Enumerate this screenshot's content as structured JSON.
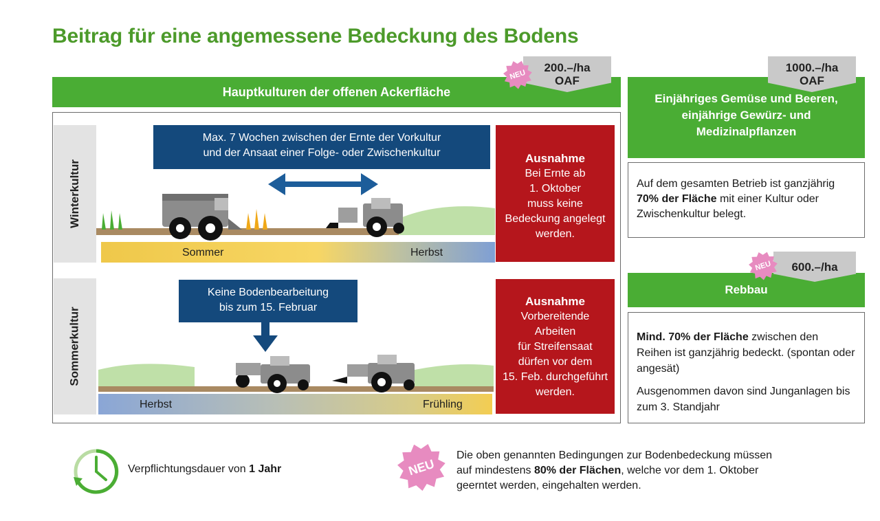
{
  "title": "Beitrag für eine angemessene Bedeckung des Bodens",
  "main": {
    "bar_title": "Hauptkulturen der offenen Ackerfläche",
    "neu_badge": "NEU",
    "price_line1": "200.–/ha",
    "price_line2": "OAF",
    "winter": {
      "label": "Winterkultur",
      "info_line1": "Max. 7 Wochen zwischen der Ernte der Vorkultur",
      "info_line2": "und der Ansaat einer Folge- oder Zwischenkultur",
      "exception_title": "Ausnahme",
      "exception_lines": [
        "Bei Ernte ab",
        "1. Oktober",
        "muss keine",
        "Bedeckung angelegt",
        "werden."
      ],
      "season_left": "Sommer",
      "season_right": "Herbst"
    },
    "sommer": {
      "label": "Sommerkultur",
      "info_line1": "Keine Bodenbearbeitung",
      "info_line2": "bis zum 15. Februar",
      "exception_title": "Ausnahme",
      "exception_lines": [
        "Vorbereitende",
        "Arbeiten",
        "für Streifensaat",
        "dürfen vor dem",
        "15. Feb. durchgeführt",
        "werden."
      ],
      "season_left": "Herbst",
      "season_right": "Frühling"
    }
  },
  "vegetables": {
    "price_line1": "1000.–/ha",
    "price_line2": "OAF",
    "bar_title": "Einjähriges Gemüse und Beeren, einjährige Gewürz- und Medizinalpflanzen",
    "text_pre": "Auf dem gesamten Betrieb ist ganzjährig ",
    "text_bold": "70% der Fläche",
    "text_post": " mit einer Kultur oder Zwischenkultur belegt."
  },
  "rebbau": {
    "neu_badge": "NEU",
    "price": "600.–/ha",
    "bar_title": "Rebbau",
    "text_bold": "Mind. 70% der Fläche",
    "text_post": " zwischen den Reihen ist ganzjährig bedeckt. (spontan oder angesät)",
    "text2": "Ausgenommen davon sind Junganlagen bis zum 3. Standjahr"
  },
  "footer": {
    "duration_pre": "Verpflichtungsdauer von ",
    "duration_bold": "1 Jahr",
    "neu_badge": "NEU",
    "note_pre": "Die oben genannten Bedingungen zur Bodenbedeckung müssen auf mindestens ",
    "note_bold": "80% der Flächen",
    "note_post": ", welche vor dem 1. Oktober geerntet werden, eingehalten werden."
  },
  "colors": {
    "green": "#4aad34",
    "title_green": "#4c9a2a",
    "blue": "#14497c",
    "red": "#b5161c",
    "pink": "#e78bc0",
    "grey_tag": "#c9c9c9"
  }
}
